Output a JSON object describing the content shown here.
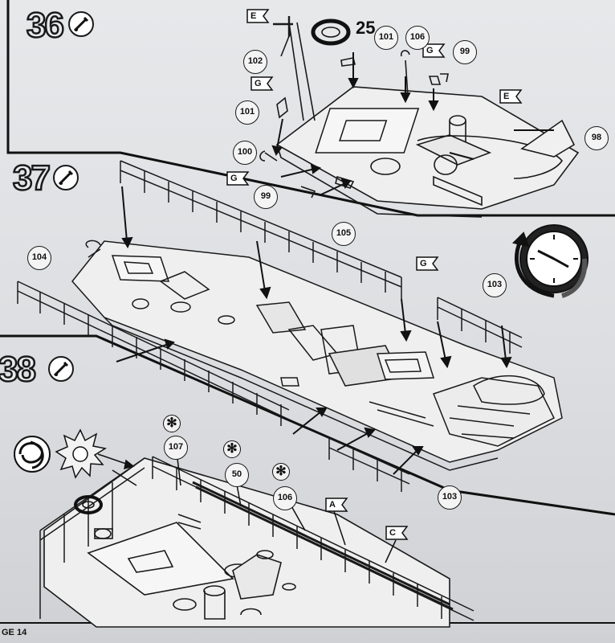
{
  "steps": [
    {
      "number": "36"
    },
    {
      "number": "37"
    },
    {
      "number": "38"
    }
  ],
  "callouts": {
    "c101a": "101",
    "c106": "106",
    "c99a": "99",
    "c102": "102",
    "c101b": "101",
    "c98": "98",
    "c100": "100",
    "c99b": "99",
    "c105": "105",
    "c104": "104",
    "c103a": "103",
    "c103b": "103",
    "c107": "107",
    "c50": "50",
    "c106b": "106"
  },
  "flags": {
    "e1": "E",
    "g1": "G",
    "g2": "G",
    "e2": "E",
    "g3": "G",
    "g4": "G",
    "a": "A",
    "c": "C"
  },
  "quantity": "25",
  "optional_mark": "✻",
  "page_label": "GE 14",
  "icons": [
    "glue-tube-icon",
    "clock-timer-icon",
    "rope-knot-icon",
    "star-wheel-icon",
    "life-ring-icon"
  ]
}
